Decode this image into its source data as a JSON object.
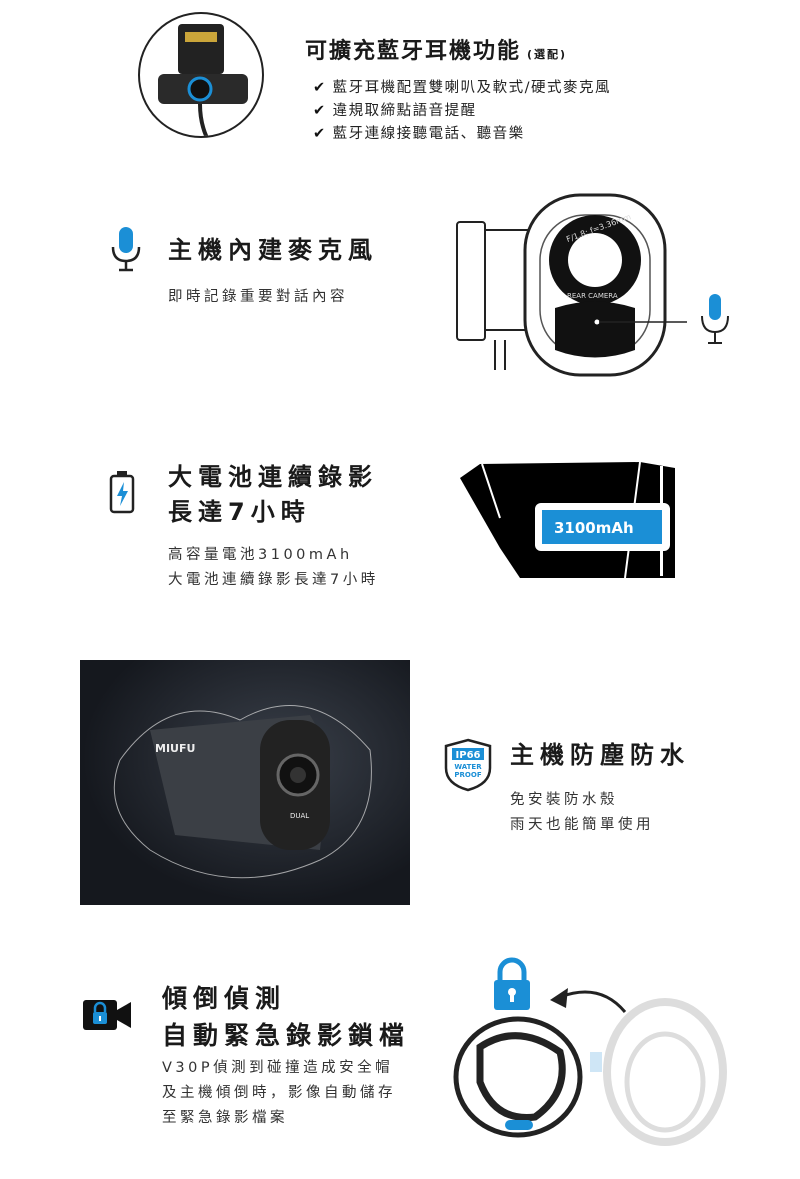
{
  "bluetooth": {
    "title": "可擴充藍牙耳機功能",
    "note": "(選配)",
    "bullets": [
      "藍牙耳機配置雙喇叭及軟式/硬式麥克風",
      "違規取締點語音提醒",
      "藍牙連線接聽電話、聽音樂"
    ],
    "check_icon": "check-icon"
  },
  "microphone": {
    "title": "主機內建麥克風",
    "desc": "即時記錄重要對話內容",
    "illustration_text": {
      "lens_top": "F/1.8; f=3.36mm",
      "lens_bottom": "REAR CAMERA"
    }
  },
  "battery": {
    "title_lines": [
      "大電池連續錄影",
      "長達7小時"
    ],
    "desc_lines": [
      "高容量電池3100mAh",
      "大電池連續錄影長達7小時"
    ],
    "badge": "3100mAh"
  },
  "waterproof": {
    "title": "主機防塵防水",
    "desc_lines": [
      "免安裝防水殼",
      "雨天也能簡單使用"
    ],
    "badge_lines": [
      "IP66",
      "WATER",
      "PROOF"
    ],
    "photo_text": {
      "brand": "MIUFU",
      "dual": "DUAL"
    }
  },
  "tilt": {
    "title_lines": [
      "傾倒偵測",
      "自動緊急錄影鎖檔"
    ],
    "desc_lines": [
      "V30P偵測到碰撞造成安全帽",
      "及主機傾倒時，影像自動儲存",
      "至緊急錄影檔案"
    ]
  },
  "colors": {
    "accent": "#1b8fd6",
    "text": "#1a1a1a",
    "photo_bg": "#15181e"
  }
}
